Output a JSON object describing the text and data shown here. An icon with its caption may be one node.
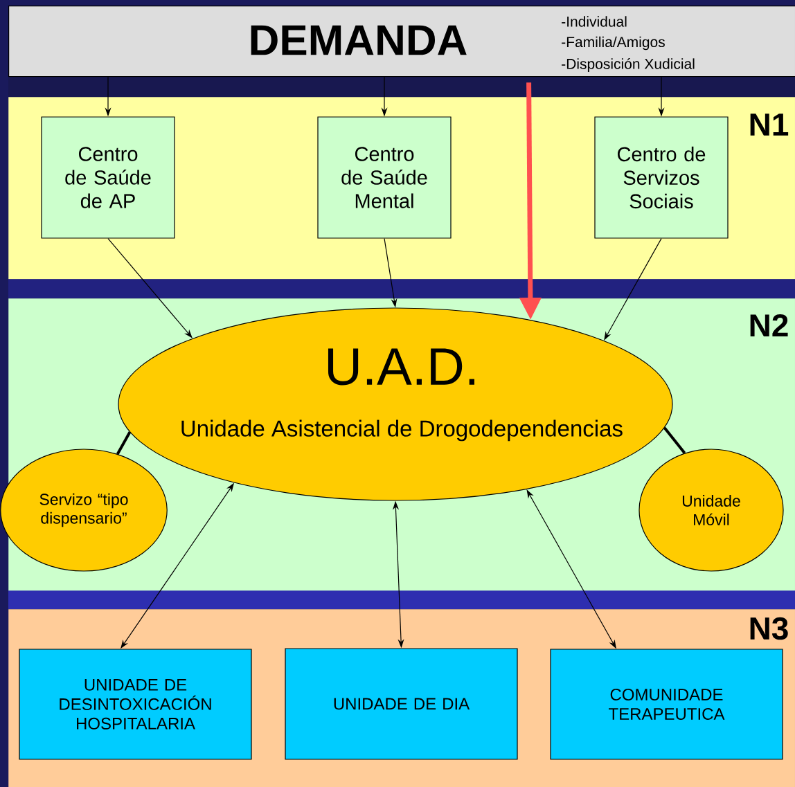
{
  "diagram": {
    "nodes": [
      {
        "text": [
          "DEMANDA",
          "-Individual",
          "-Familia/Amigos",
          "-Disposición Xudicial"
        ]
      },
      {
        "text": [
          "N1"
        ]
      },
      {
        "text": [
          "Centro de Saúde de AP"
        ],
        "in": 1
      },
      {
        "text": [
          "Centro de Saúde Mental"
        ],
        "in": 1
      },
      {
        "text": [
          "Centro de Servizos Sociais"
        ],
        "in": 1
      },
      {
        "text": [
          "N2"
        ]
      },
      {
        "text": [
          "U.A.D.",
          "Unidade Asistencial de Drogodependencias"
        ],
        "in": 5
      },
      {
        "text": [
          "Servizo “tipo dispensario”"
        ],
        "in": 5
      },
      {
        "text": [
          "Unidade Móvil"
        ],
        "in": 5
      },
      {
        "text": [
          "N3"
        ]
      },
      {
        "text": [
          "UNIDADE DE DESINTOXICACIÓN HOSPITALARIA"
        ],
        "in": 9
      },
      {
        "text": [
          "UNIDADE DE DIA"
        ],
        "in": 9
      },
      {
        "text": [
          "COMUNIDADE TERAPEUTICA"
        ],
        "in": 9
      }
    ],
    "edges": [
      {
        "from": 0,
        "to": 2,
        "arrow": "to"
      },
      {
        "from": 0,
        "to": 3,
        "arrow": "to"
      },
      {
        "from": 0,
        "to": 4,
        "arrow": "to"
      },
      {
        "from": 0,
        "to": 6,
        "arrow": "to",
        "style": "thick",
        "color": "#ff5050"
      },
      {
        "from": 2,
        "to": 6,
        "arrow": "to"
      },
      {
        "from": 3,
        "to": 6,
        "arrow": "to"
      },
      {
        "from": 4,
        "to": 6,
        "arrow": "to"
      },
      {
        "from": 6,
        "to": 7,
        "arrow": "none",
        "style": "thick"
      },
      {
        "from": 6,
        "to": 8,
        "arrow": "none",
        "style": "thick"
      },
      {
        "from": 6,
        "to": 10,
        "arrow": "both"
      },
      {
        "from": 6,
        "to": 11,
        "arrow": "both"
      },
      {
        "from": 6,
        "to": 12,
        "arrow": "both"
      }
    ]
  }
}
